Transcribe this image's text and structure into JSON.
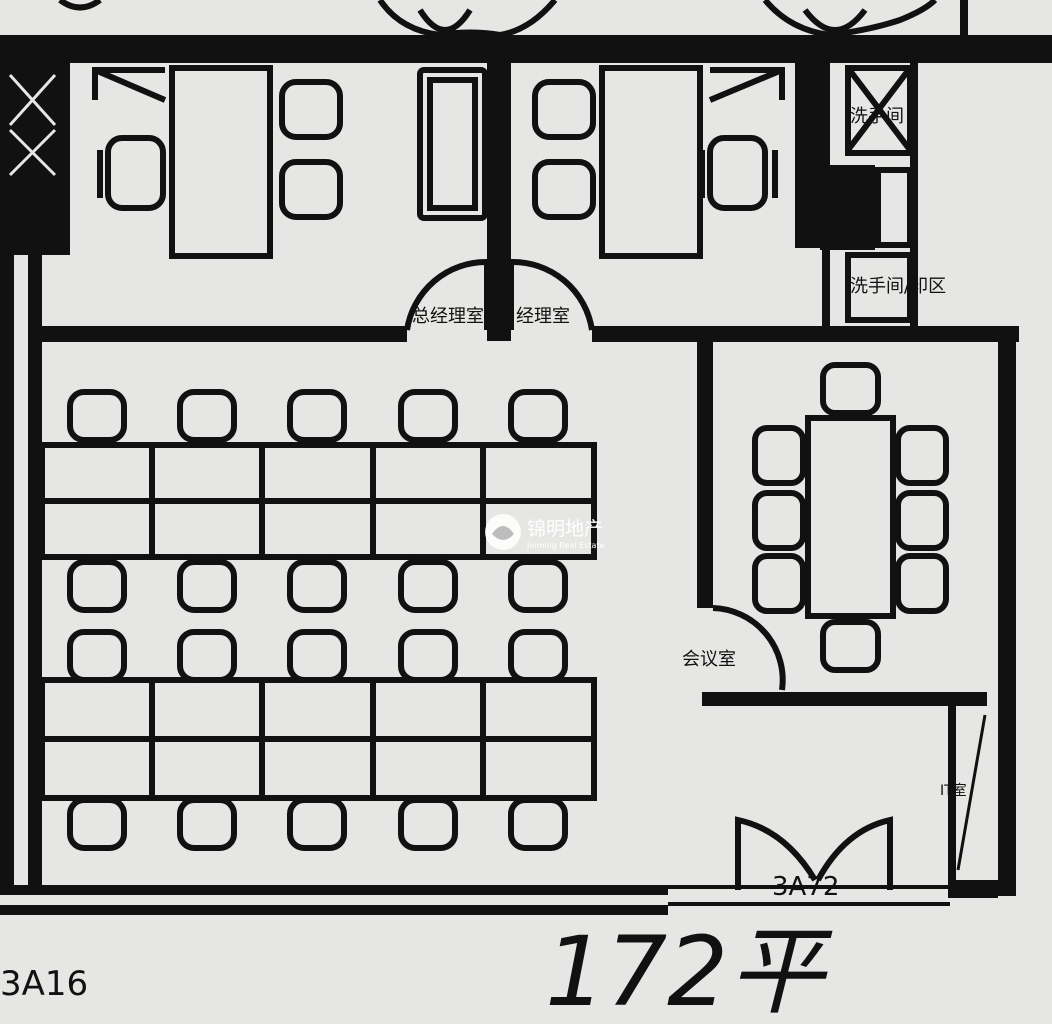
{
  "rooms": {
    "manager_office_left": "总经理室",
    "manager_office_right": "经理室",
    "meeting_room": "会议室",
    "pantry_top": "洗手间",
    "pantry_bottom": "洗手间/印区",
    "it_room": "IT室"
  },
  "unit_number": "3A72",
  "neighbor_unit": "3A16",
  "area_note": "172平",
  "watermark": {
    "brand_cn": "锦明地产",
    "brand_en": "Jinming Real Estate"
  },
  "colors": {
    "paper": "#e6e6e4",
    "ink": "#111111"
  }
}
